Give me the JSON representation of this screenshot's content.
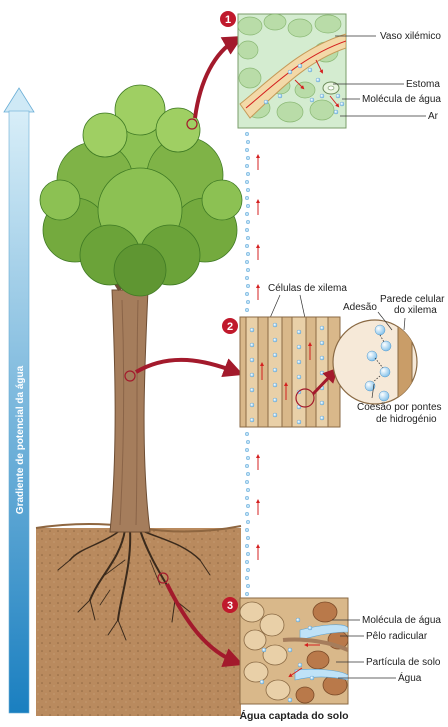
{
  "gradient": {
    "label": "Gradiente de potencial da água",
    "color_top": "#d8eef8",
    "color_bottom": "#1a7fc0"
  },
  "panels": [
    {
      "number": "1",
      "labels": [
        "Vaso xilémico",
        "Estoma",
        "Molécula de água",
        "Ar"
      ]
    },
    {
      "number": "2",
      "title": "Células de xilema",
      "labels": [
        "Adesão",
        "Parede celular do xilema",
        "Coesão por pontes de hidrogénio"
      ]
    },
    {
      "number": "3",
      "labels": [
        "Molécula de água",
        "Pêlo radicular",
        "Partícula de solo",
        "Água"
      ],
      "caption": "Água captada do solo"
    }
  ],
  "colors": {
    "arrow": "#a31a2c",
    "leaf": "#7fb347",
    "leaf_dark": "#4f8a2b",
    "trunk": "#a57d5c",
    "soil": "#b98a5e",
    "water": "#9fd0f0",
    "badge": "#c0192c"
  }
}
